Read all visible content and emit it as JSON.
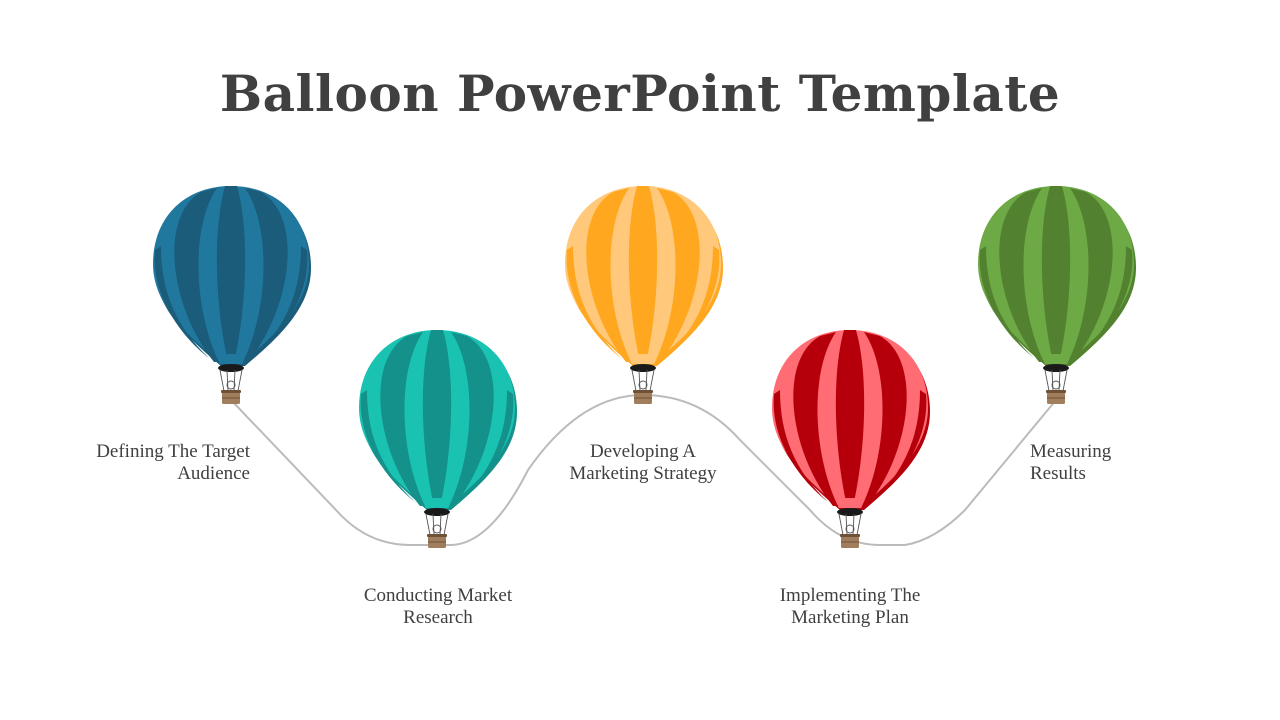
{
  "slide": {
    "title": "Balloon PowerPoint Template"
  },
  "steps": [
    {
      "lines": [
        "Defining The Target",
        "Audience"
      ],
      "colors": {
        "light": "#21789E",
        "dark": "#1A5C7A"
      }
    },
    {
      "lines": [
        "Conducting Market",
        "Research"
      ],
      "colors": {
        "light": "#1AC2B2",
        "dark": "#14918A"
      }
    },
    {
      "lines": [
        "Developing A",
        "Marketing Strategy"
      ],
      "colors": {
        "light": "#FFC87A",
        "dark": "#FFA71F"
      }
    },
    {
      "lines": [
        "Implementing The",
        "Marketing Plan"
      ],
      "colors": {
        "light": "#FF6C74",
        "dark": "#B5000B"
      }
    },
    {
      "lines": [
        "Measuring",
        "Results"
      ],
      "colors": {
        "light": "#6DAA46",
        "dark": "#52812F"
      }
    }
  ],
  "colors": {
    "title": "#404040",
    "path": "#BBBBBB",
    "basket": "#A07E5C",
    "basket_dark": "#6E5238",
    "ropes": "#555555"
  }
}
